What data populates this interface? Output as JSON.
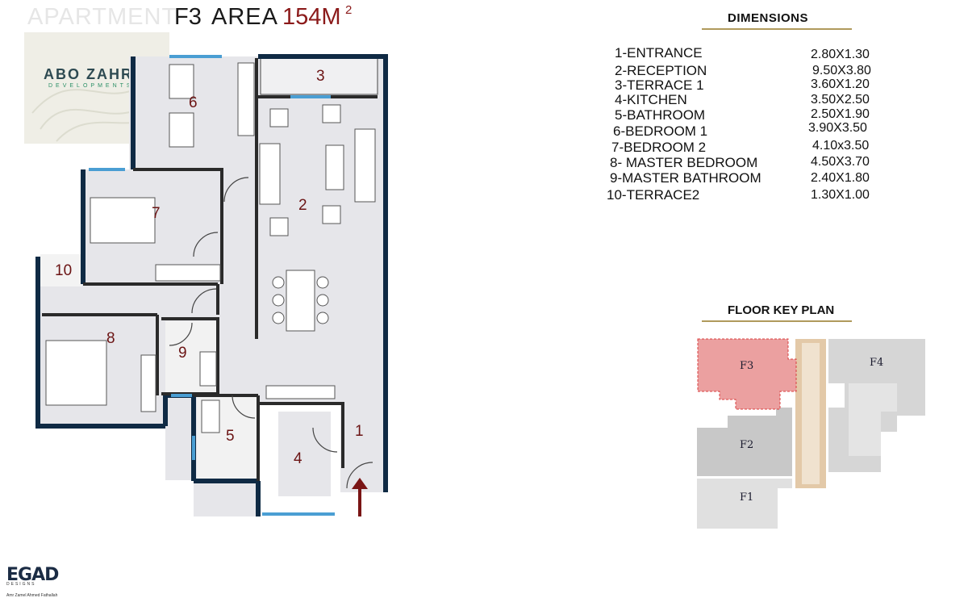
{
  "header": {
    "apartment": "APARTMENT",
    "unit": "F3",
    "area_label": "AREA",
    "area_value": "154M",
    "area_sup": "2"
  },
  "logo": {
    "name": "ABO ZAHRA",
    "sub": "DEVELOPMENTS"
  },
  "dimensions": {
    "title": "DIMENSIONS",
    "items": [
      {
        "name": "1-ENTRANCE",
        "value": "2.80X1.30"
      },
      {
        "name": "2-RECEPTION",
        "value": "9.50X3.80"
      },
      {
        "name": "3-TERRACE 1",
        "value": "3.60X1.20"
      },
      {
        "name": "4-KITCHEN",
        "value": "3.50X2.50"
      },
      {
        "name": "5-BATHROOM",
        "value": "2.50X1.90"
      },
      {
        "name": "6-BEDROOM 1",
        "value": "3.90X3.50"
      },
      {
        "name": "7-BEDROOM 2",
        "value": "4.10x3.50"
      },
      {
        "name": "8- MASTER BEDROOM",
        "value": "4.50X3.70"
      },
      {
        "name": "9-MASTER BATHROOM",
        "value": "2.40X1.80"
      },
      {
        "name": "10-TERRACE2",
        "value": "1.30X1.00"
      }
    ]
  },
  "plan": {
    "rooms": [
      "1",
      "2",
      "3",
      "4",
      "5",
      "6",
      "7",
      "8",
      "9",
      "10"
    ]
  },
  "key_plan": {
    "title": "FLOOR KEY PLAN",
    "units": [
      "F3",
      "F2",
      "F1",
      "F4"
    ],
    "highlight_color": "#eba0a0"
  },
  "footer": {
    "brand": "EGAD",
    "sub": "DESIGNS",
    "names": "Amr Zamel   Ahmed Fathallah"
  }
}
